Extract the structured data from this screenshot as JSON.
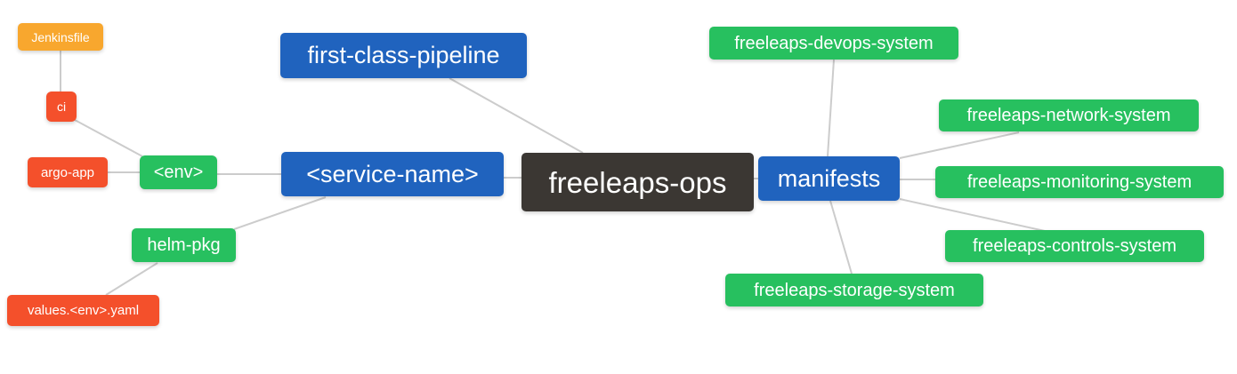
{
  "diagram": {
    "type": "mindmap",
    "edge_color": "#CCCCCC",
    "palette": {
      "blue": "#2063BE",
      "green": "#27C05F",
      "orange": "#F8A72E",
      "red": "#F4502B",
      "dark": "#3B3733",
      "text": "#FFFFFF"
    },
    "nodes": {
      "root": {
        "label": "freeleaps-ops",
        "color": "#3B3733"
      },
      "pipeline": {
        "label": "first-class-pipeline",
        "color": "#2063BE"
      },
      "service": {
        "label": "<service-name>",
        "color": "#2063BE"
      },
      "manifests": {
        "label": "manifests",
        "color": "#2063BE"
      },
      "env": {
        "label": "<env>",
        "color": "#27C05F"
      },
      "helm_pkg": {
        "label": "helm-pkg",
        "color": "#27C05F"
      },
      "jenkinsfile": {
        "label": "Jenkinsfile",
        "color": "#F8A72E"
      },
      "ci": {
        "label": "ci",
        "color": "#F4502B"
      },
      "argo_app": {
        "label": "argo-app",
        "color": "#F4502B"
      },
      "values_yaml": {
        "label": "values.<env>.yaml",
        "color": "#F4502B"
      },
      "devops": {
        "label": "freeleaps-devops-system",
        "color": "#27C05F"
      },
      "network": {
        "label": "freeleaps-network-system",
        "color": "#27C05F"
      },
      "monitoring": {
        "label": "freeleaps-monitoring-system",
        "color": "#27C05F"
      },
      "controls": {
        "label": "freeleaps-controls-system",
        "color": "#27C05F"
      },
      "storage": {
        "label": "freeleaps-storage-system",
        "color": "#27C05F"
      }
    },
    "edges": [
      [
        "jenkinsfile",
        "ci"
      ],
      [
        "ci",
        "env"
      ],
      [
        "argo_app",
        "env"
      ],
      [
        "env",
        "service"
      ],
      [
        "helm_pkg",
        "service"
      ],
      [
        "values_yaml",
        "helm_pkg"
      ],
      [
        "pipeline",
        "root"
      ],
      [
        "service",
        "root"
      ],
      [
        "root",
        "manifests"
      ],
      [
        "manifests",
        "devops"
      ],
      [
        "manifests",
        "network"
      ],
      [
        "manifests",
        "monitoring"
      ],
      [
        "manifests",
        "controls"
      ],
      [
        "manifests",
        "storage"
      ]
    ]
  }
}
